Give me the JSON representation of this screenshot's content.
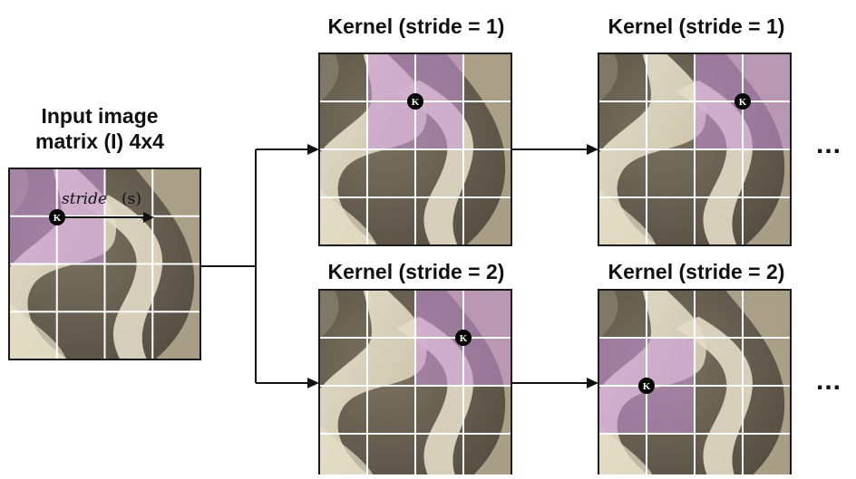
{
  "input": {
    "title_line1": "Input image",
    "title_line2": "matrix (I) 4x4",
    "stride_label": "stride",
    "stride_symbol": "(s)",
    "kernel_symbol": "K"
  },
  "rows": [
    {
      "panels": [
        {
          "title": "Kernel (stride = 1)",
          "kernel_symbol": "K",
          "kernel_origin": [
            1,
            0
          ]
        },
        {
          "title": "Kernel (stride = 1)",
          "kernel_symbol": "K",
          "kernel_origin": [
            2,
            0
          ]
        }
      ],
      "ellipsis": "..."
    },
    {
      "panels": [
        {
          "title": "Kernel (stride = 2)",
          "kernel_symbol": "K",
          "kernel_origin": [
            2,
            0
          ]
        },
        {
          "title": "Kernel (stride = 2)",
          "kernel_symbol": "K",
          "kernel_origin": [
            0,
            1
          ]
        }
      ],
      "ellipsis": "..."
    }
  ],
  "grid_size": 4,
  "kernel_size": 2,
  "colors": {
    "kernel_overlay": "#c792d8",
    "grid_line": "#ffffff",
    "frame": "#1a1a1a",
    "image_dark": "#5a5245",
    "image_light": "#d8d1bd",
    "marker": "#000000"
  },
  "icons": {
    "kernel_marker": "circle-k-icon",
    "flow_arrow": "arrow-right-icon"
  }
}
